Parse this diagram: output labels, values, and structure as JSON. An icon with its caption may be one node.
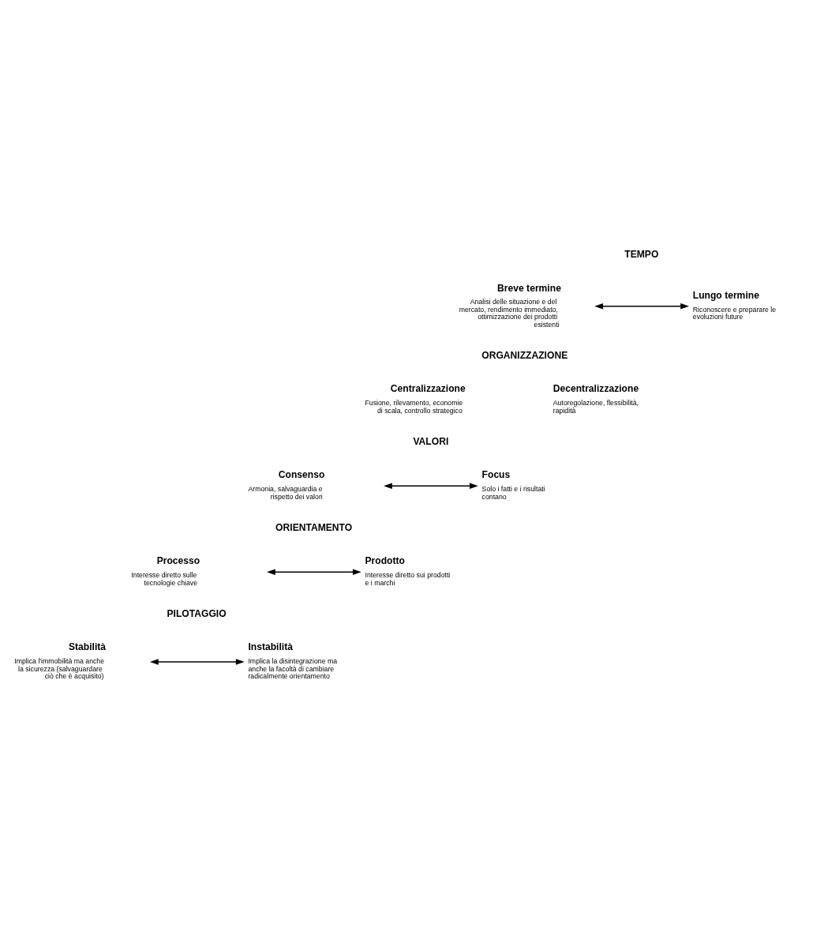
{
  "diagram": {
    "nodes": [
      {
        "text": [
          "Breve termine",
          "Analisi delle situazione e del mercato, rendimento immediato, ottimizzazione dei prodotti esistenti"
        ]
      },
      {
        "text": [
          "Lungo termine",
          "Riconoscere e preparare le evoluzioni future"
        ]
      },
      {
        "text": [
          "Centralizzazione",
          "Fusione, rilevamento, economie di scala, controllo strategico"
        ]
      },
      {
        "text": [
          "Decentralizzazione",
          "Autoregolazione, flessibilità, rapidità"
        ]
      },
      {
        "text": [
          "Consenso",
          "Armonia, salvaguardia e rispetto dei valori"
        ]
      },
      {
        "text": [
          "Focus",
          "Solo i fatti e i risultati contano"
        ]
      },
      {
        "text": [
          "Processo",
          "Interesse diretto sulle tecnologie chiave"
        ]
      },
      {
        "text": [
          "Prodotto",
          "Interesse diretto sui prodotti e i marchi"
        ]
      },
      {
        "text": [
          "Stabilità",
          "Implica l'immobilità ma anche la sicurezza (salvaguardare ciò che è acquisito)"
        ]
      },
      {
        "text": [
          "Instabilità",
          "Implica la disintegrazione ma anche la facoltà di cambiare radicalmente orientamento"
        ]
      }
    ],
    "edges": [
      {
        "from": 0,
        "to": 1,
        "arrow": "both"
      },
      {
        "from": 4,
        "to": 5,
        "arrow": "both"
      },
      {
        "from": 6,
        "to": 7,
        "arrow": "both"
      },
      {
        "from": 8,
        "to": 9,
        "arrow": "both"
      }
    ],
    "labels": [
      "TEMPO",
      "ORGANIZZAZIONE",
      "VALORI",
      "ORIENTAMENTO",
      "PILOTAGGIO"
    ]
  }
}
